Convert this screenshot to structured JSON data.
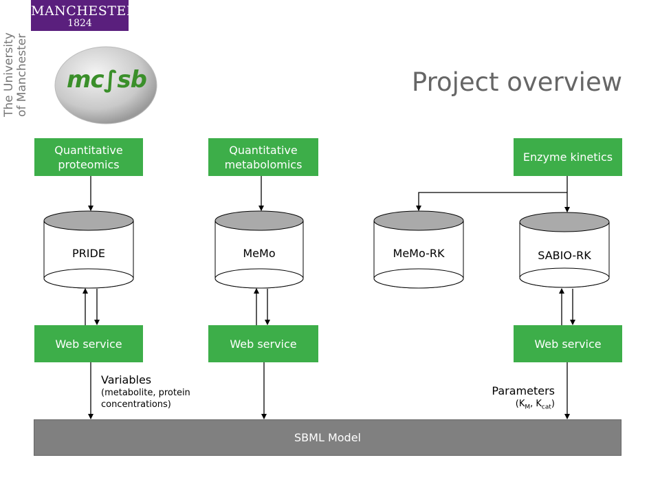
{
  "header": {
    "university_logo_top": "MANCHESTER",
    "university_logo_year": "1824",
    "university_vertical_line1": "The University",
    "university_vertical_line2": "of Manchester",
    "mcsb_logo_text": "mc∫sb",
    "title": "Project overview"
  },
  "sources": {
    "proteomics": "Quantitative proteomics",
    "metabolomics": "Quantitative metabolomics",
    "enzyme": "Enzyme kinetics"
  },
  "databases": {
    "pride": "PRIDE",
    "memo": "MeMo",
    "memo_rk": "MeMo-RK",
    "sabio_rk": "SABIO-RK"
  },
  "services": {
    "ws1": "Web service",
    "ws2": "Web service",
    "ws3": "Web service"
  },
  "model": {
    "label": "SBML Model"
  },
  "annotations": {
    "variables": "Variables",
    "variables_detail_1": "(metabolite, protein",
    "variables_detail_2": "concentrations)",
    "parameters": "Parameters",
    "param_open": "(K",
    "param_sub1": "M",
    "param_mid": ", K",
    "param_sub2": "cat",
    "param_close": ")"
  },
  "colors": {
    "box_green": "#3dae49",
    "sbml_grey": "#808080",
    "db_top_grey": "#aaaaaa",
    "manchester_purple": "#5a1f7d",
    "title_grey": "#666666",
    "mcsb_green": "#3a8f2a"
  }
}
